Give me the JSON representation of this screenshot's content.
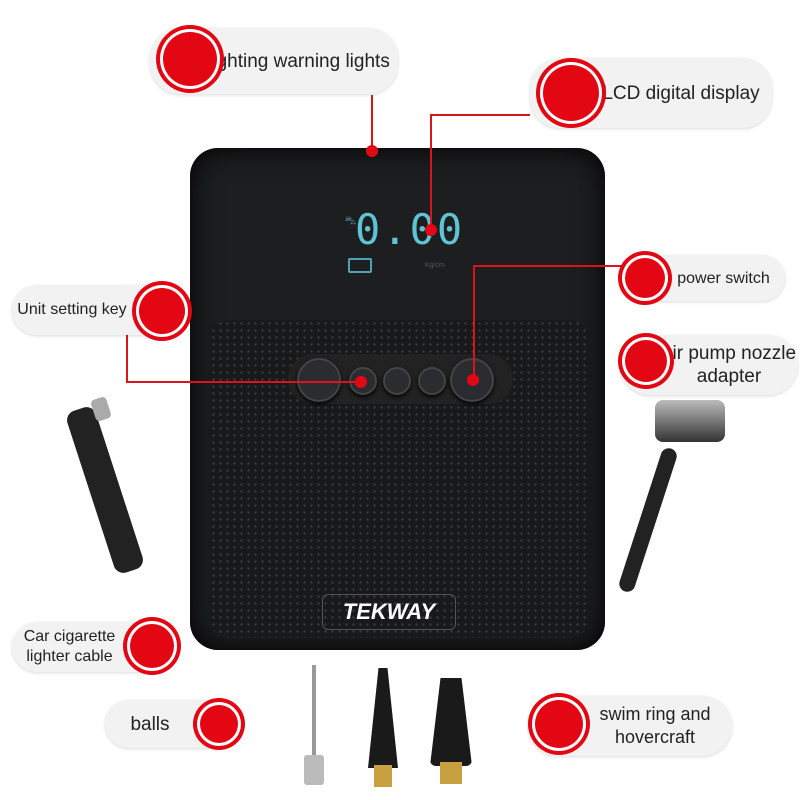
{
  "labels": {
    "lighting": "lighting warning lights",
    "lcd": "LCD digital display",
    "unit": "Unit setting key",
    "power": "power switch",
    "nozzle": "air pump nozzle adapter",
    "cable": "Car cigarette lighter cable",
    "balls": "balls",
    "swim": "swim ring and hovercraft"
  },
  "device": {
    "display_value": "0.00",
    "display_unit": "Kg/cm",
    "brand": "TEKWAY"
  },
  "colors": {
    "accent": "#e30613",
    "body": "#1d1e20",
    "lcd": "#5fc3d6"
  }
}
